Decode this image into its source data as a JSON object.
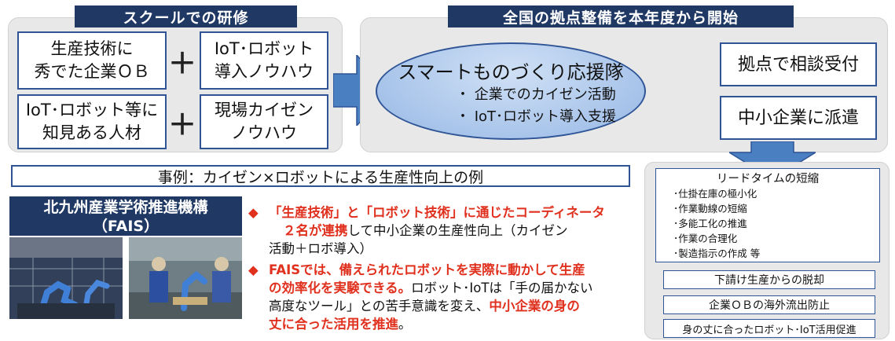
{
  "school": {
    "header": "スクールでの研修",
    "box1": "生産技術に\n秀でた企業ＯＢ",
    "box2": "IoT･ロボット\n導入ノウハウ",
    "box3": "IoT･ロボット等に\n知見ある人材",
    "box4": "現場カイゼン\nノウハウ",
    "plus": "＋"
  },
  "network": {
    "header": "全国の拠点整備を本年度から開始",
    "ellipse_title": "スマートものづくり応援隊",
    "ellipse_items": [
      "・ 企業でのカイゼン活動",
      "・ IoT･ロボット導入支援"
    ],
    "box_consult": "拠点で相談受付",
    "box_dispatch": "中小企業に派遣"
  },
  "example": {
    "banner": "事例：カイゼン×ロボットによる生産性向上の例",
    "org_name": "北九州産業学術推進機構\n（FAIS）",
    "bullet_marker": "◆",
    "b1_red1": "「生産技術」と「ロボット技術」に通じたコーディネータ",
    "b1_red2": "２名が連携",
    "b1_plain": "して中小企業の生産性向上（カイゼン",
    "b1_plain2": "活動＋ロボ導入）",
    "b2_red1": "FAISでは、備えられたロボットを実際に動かして生産",
    "b2_red2": "の効率化を実験できる。",
    "b2_plain1": "ロボット･IoTは「手の届かない",
    "b2_plain2": "高度なツール」との苦手意識を変え、",
    "b2_red3": "中小企業の身の",
    "b2_red4": "丈に合った活用を推進",
    "b2_end": "。"
  },
  "results": {
    "lead_title": "リードタイムの短縮",
    "lead_items": [
      "･仕掛在庫の極小化",
      "･作業動線の短縮",
      "･多能工化の推進",
      "･作業の合理化",
      "･製造指示の作成  等"
    ],
    "box1": "下請け生産からの脱却",
    "box2": "企業ＯＢの海外流出防止",
    "box3": "身の丈に合ったロボット･IoT活用促進"
  },
  "colors": {
    "header": "#1f3864",
    "border": "#2f5597",
    "arrow": "#4a7fc1",
    "accent_red": "#e0301e"
  }
}
